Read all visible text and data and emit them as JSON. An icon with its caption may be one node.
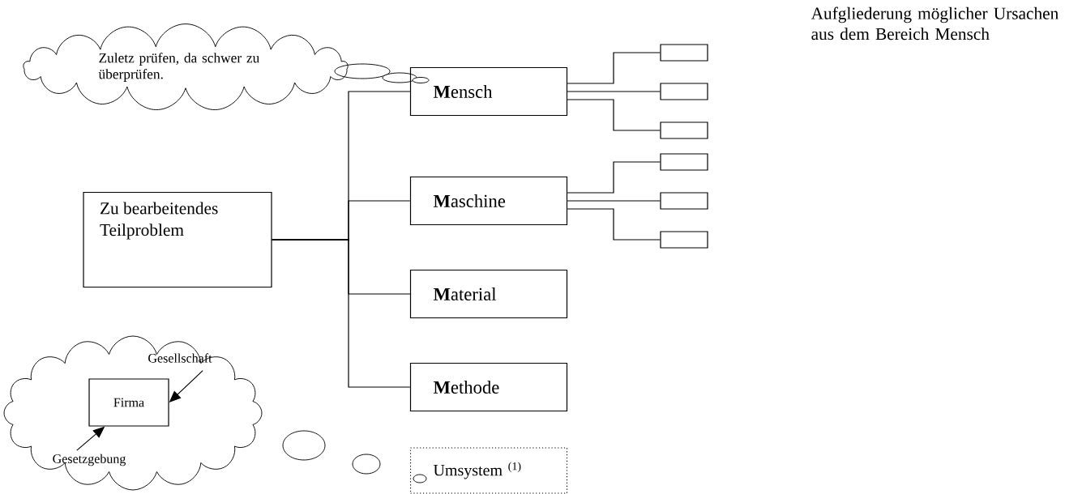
{
  "diagram": {
    "nodes": [
      {
        "text": [
          "Zuletz prüfen, da schwer zu überprüfen."
        ]
      },
      {
        "text": [
          "Zu bearbeitendes Teilproblem"
        ]
      },
      {
        "text": [
          "**M**ensch"
        ]
      },
      {
        "text": [
          "**M**aschine"
        ]
      },
      {
        "text": [
          "**M**aterial"
        ]
      },
      {
        "text": [
          "**M**ethode"
        ]
      },
      {
        "text": [
          "Umsystem $^{(1)}$"
        ]
      },
      {
        "text": [],
        "shape": "box"
      },
      {
        "text": [],
        "shape": "box"
      },
      {
        "text": [],
        "shape": "box"
      },
      {
        "text": [],
        "shape": "box"
      },
      {
        "text": [],
        "shape": "box"
      },
      {
        "text": [],
        "shape": "box"
      },
      {
        "text": [],
        "shape": "cloud"
      },
      {
        "text": [
          "Firma"
        ],
        "in": 13
      },
      {
        "text": [
          "Gesellschaft"
        ],
        "in": 13
      },
      {
        "text": [
          "Gesetzgebung"
        ],
        "in": 13
      }
    ],
    "edges": [
      {
        "from": 1,
        "to": 2,
        "arrow": "none"
      },
      {
        "from": 1,
        "to": 3,
        "arrow": "none"
      },
      {
        "from": 1,
        "to": 4,
        "arrow": "none"
      },
      {
        "from": 1,
        "to": 5,
        "arrow": "none"
      },
      {
        "from": 2,
        "to": 7,
        "arrow": "none"
      },
      {
        "from": 2,
        "to": 8,
        "arrow": "none"
      },
      {
        "from": 2,
        "to": 9,
        "arrow": "none"
      },
      {
        "from": 3,
        "to": 10,
        "arrow": "none"
      },
      {
        "from": 3,
        "to": 11,
        "arrow": "none"
      },
      {
        "from": 3,
        "to": 12,
        "arrow": "none"
      },
      {
        "from": 15,
        "to": 14,
        "arrow": "to"
      },
      {
        "from": 16,
        "to": 14,
        "arrow": "to"
      }
    ],
    "labels": [
      "Aufgliederung möglicher Ursachen aus dem Bereich Mensch"
    ]
  }
}
